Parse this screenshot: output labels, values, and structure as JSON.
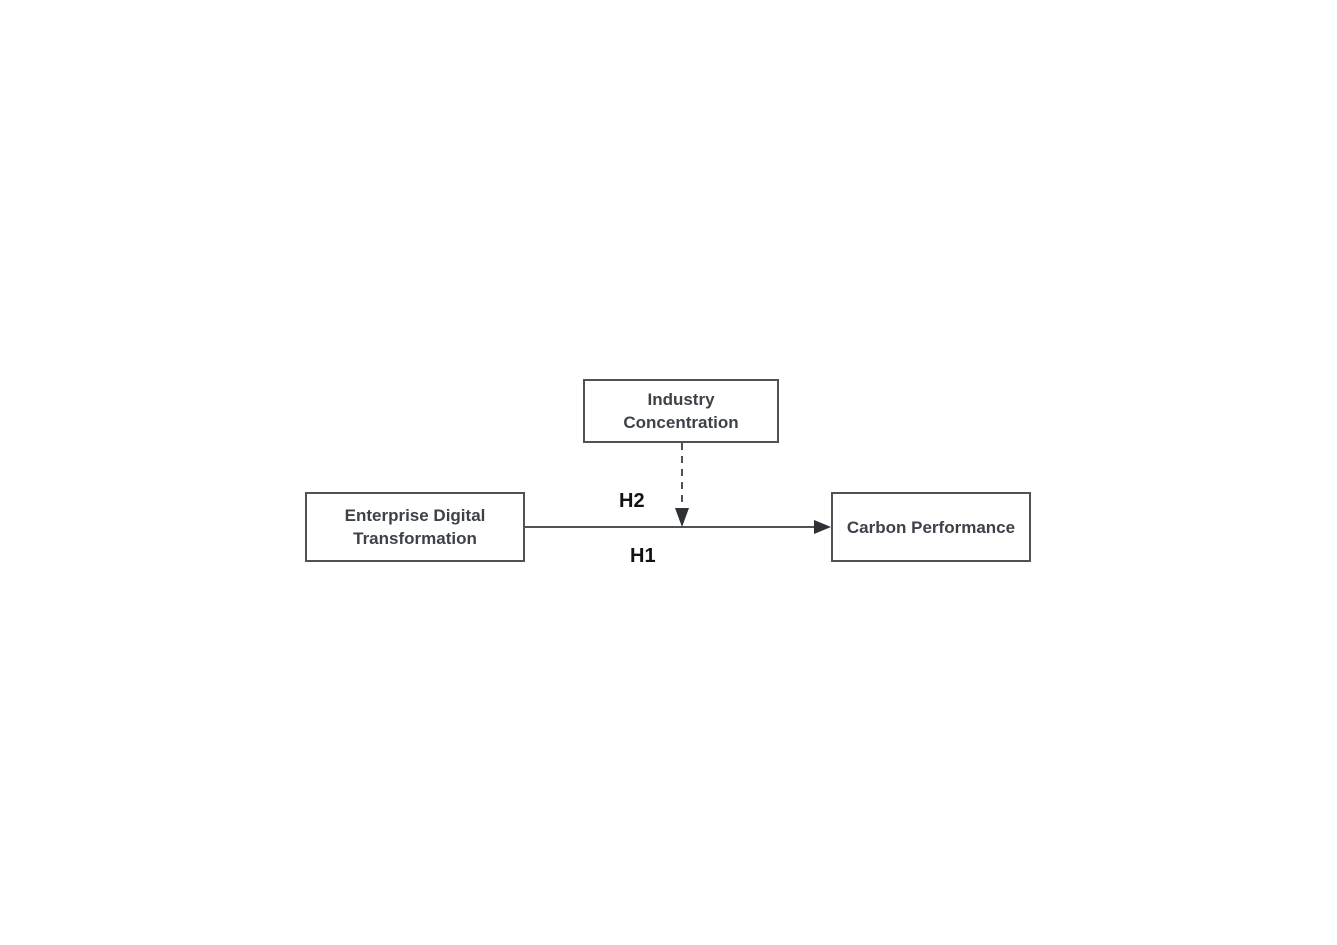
{
  "diagram": {
    "title": "moderation-model",
    "nodes": [
      {
        "id": "moderator",
        "role": "moderator-variable",
        "label": "Industry Concentration"
      },
      {
        "id": "independent",
        "role": "independent-variable",
        "label": "Enterprise Digital Transformation"
      },
      {
        "id": "dependent",
        "role": "dependent-variable",
        "label": "Carbon Performance"
      }
    ],
    "edges": [
      {
        "id": "h1",
        "label": "H1",
        "from": "independent",
        "to": "dependent",
        "style": "solid",
        "arrowhead": "filled-triangle"
      },
      {
        "id": "h2",
        "label": "H2",
        "from": "moderator",
        "to": "h1-path",
        "style": "dashed",
        "arrowhead": "filled-triangle"
      }
    ],
    "colors": {
      "background": "#ffffff",
      "box_border": "#4d5257",
      "box_text": "#3d4249",
      "line": "#4f5358",
      "arrowhead": "#2e3135",
      "hypothesis_label": "#121212"
    }
  }
}
